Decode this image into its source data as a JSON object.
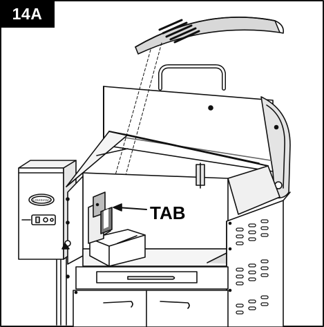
{
  "figure": {
    "step_label": "14A",
    "callout_label": "TAB",
    "brand_logo_text": "LOUISIANA",
    "colors": {
      "outline": "#111111",
      "panel_fill": "#ffffff",
      "shade_light": "#e8e8e8",
      "shade_mid": "#bdbdbd",
      "badge_background": "#000000",
      "badge_text": "#ffffff"
    }
  }
}
